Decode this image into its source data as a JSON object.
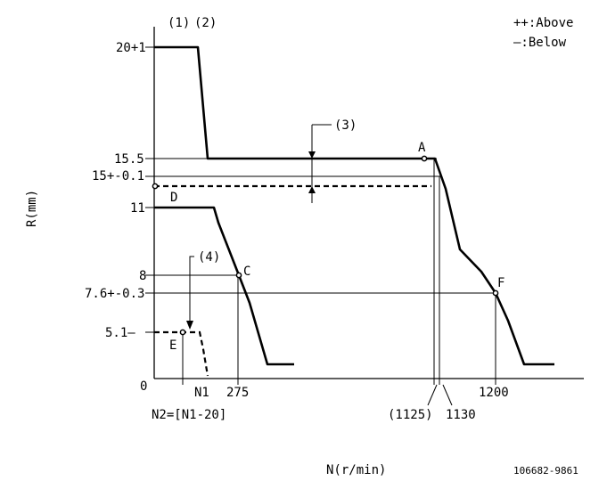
{
  "legend": {
    "above": "++:Above",
    "below": "—:Below"
  },
  "notes": {
    "n1": "(1)",
    "n2": "(2)",
    "n3": "(3)",
    "n4": "(4)"
  },
  "y_axis": {
    "label": "R(mm)",
    "ticks": [
      "20+1",
      "15.5",
      "15+-0.1",
      "11",
      "8",
      "7.6+-0.3",
      "5.1—",
      "0"
    ]
  },
  "x_axis": {
    "label": "N(r/min)",
    "ticks": [
      "N1",
      "275",
      "(1125)",
      "1130",
      "1200"
    ],
    "n2_def": "N2=[N1-20]"
  },
  "points": {
    "A": "A",
    "C": "C",
    "D": "D",
    "E": "E",
    "F": "F"
  },
  "doc_code": "106682-9861"
}
